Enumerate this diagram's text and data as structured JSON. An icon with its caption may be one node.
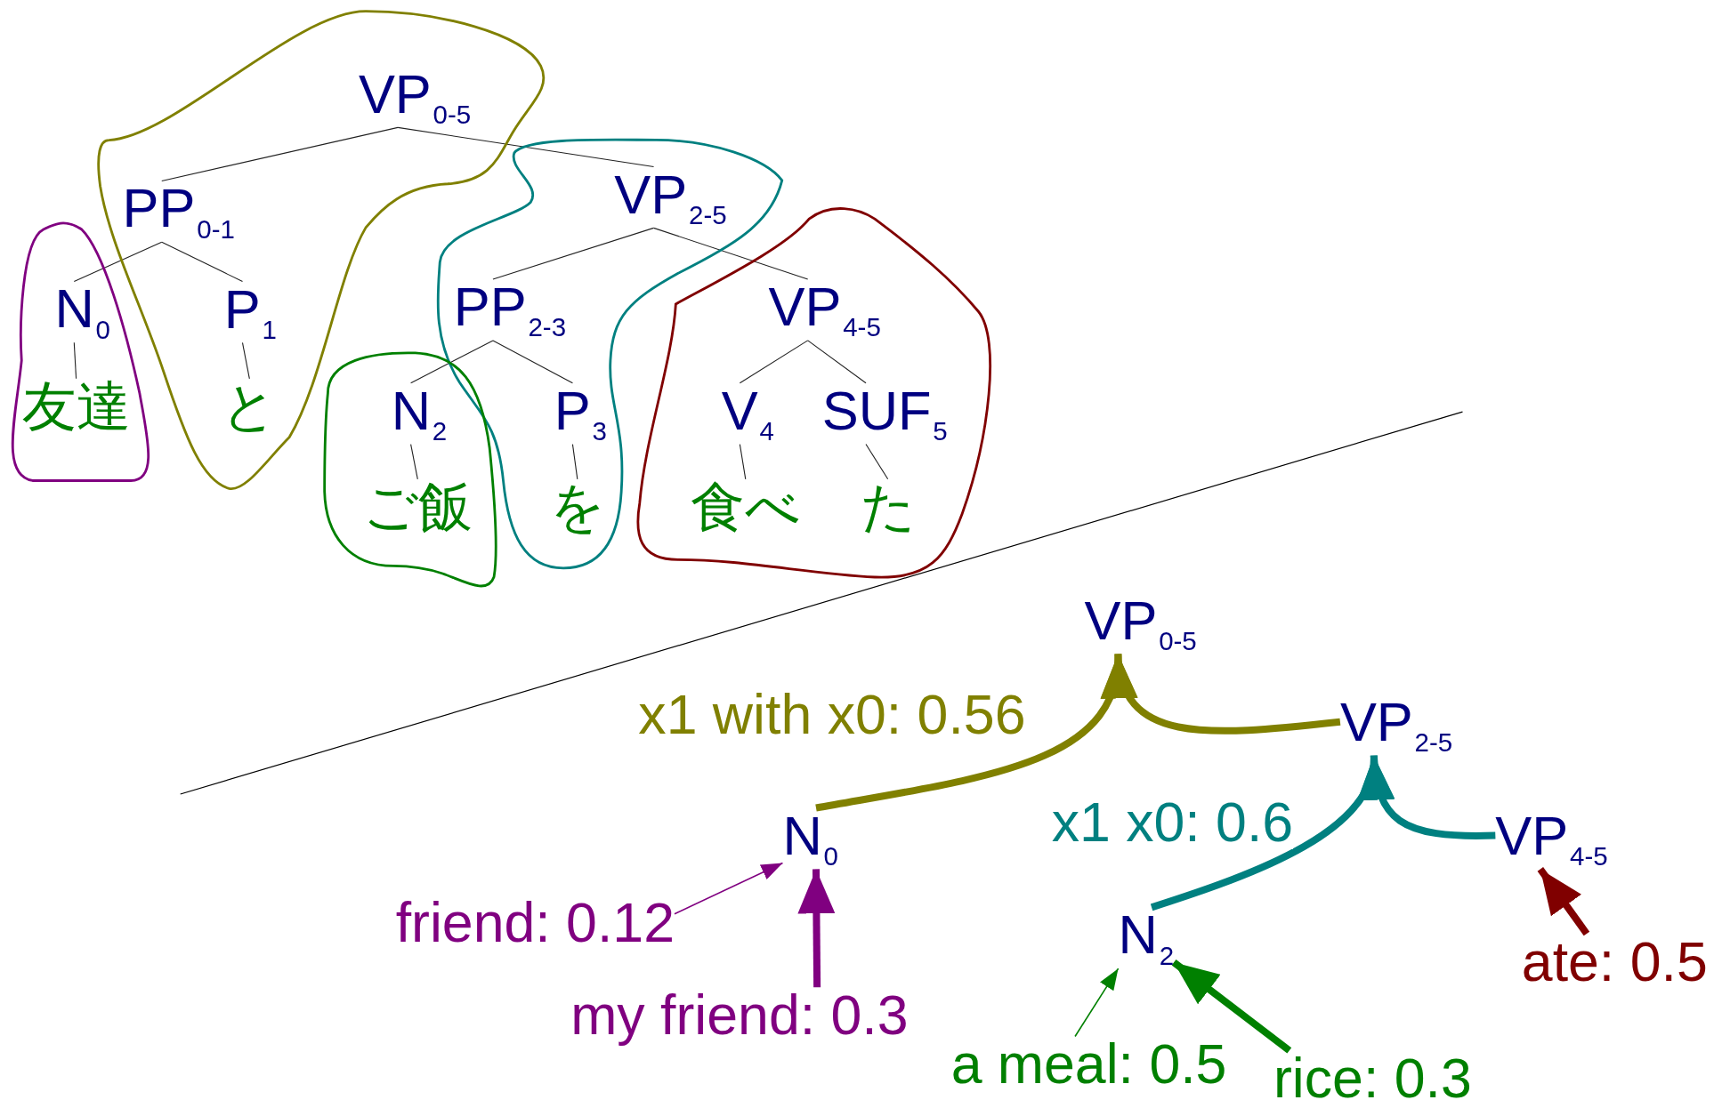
{
  "diagram": {
    "nodes": [
      {
        "text": [],
        "shape": "blob"
      },
      {
        "text": [
          "VP$_{0-5}$"
        ],
        "in": 0
      },
      {
        "text": [
          "PP$_{0-1}$"
        ],
        "in": 0
      },
      {
        "text": [],
        "shape": "blob"
      },
      {
        "text": [
          "VP$_{2-5}$"
        ],
        "in": 3
      },
      {
        "text": [],
        "shape": "blob"
      },
      {
        "text": [
          "N$_{0}$"
        ],
        "in": 5
      },
      {
        "text": [
          "P$_{1}$"
        ],
        "in": 0
      },
      {
        "text": [
          "PP$_{2-3}$"
        ],
        "in": 3
      },
      {
        "text": [],
        "shape": "blob"
      },
      {
        "text": [
          "VP$_{4-5}$"
        ],
        "in": 9
      },
      {
        "text": [
          "友達"
        ],
        "in": 5
      },
      {
        "text": [
          "と"
        ],
        "in": 0
      },
      {
        "text": [],
        "shape": "blob"
      },
      {
        "text": [
          "N$_{2}$"
        ],
        "in": 13
      },
      {
        "text": [
          "P$_{3}$"
        ],
        "in": 3
      },
      {
        "text": [
          "V$_{4}$"
        ],
        "in": 9
      },
      {
        "text": [
          "SUF$_{5}$"
        ],
        "in": 9
      },
      {
        "text": [
          "ご飯"
        ],
        "in": 13
      },
      {
        "text": [
          "を"
        ],
        "in": 3
      },
      {
        "text": [
          "食べ"
        ],
        "in": 9
      },
      {
        "text": [
          "た"
        ],
        "in": 9
      },
      {
        "text": [
          "VP$_{0-5}$"
        ]
      },
      {
        "text": [
          "VP$_{2-5}$"
        ]
      },
      {
        "text": [
          "N$_{0}$"
        ]
      },
      {
        "text": [
          "VP$_{4-5}$"
        ]
      },
      {
        "text": [
          "friend: 0.12"
        ]
      },
      {
        "text": [
          "N$_{2}$"
        ]
      },
      {
        "text": [
          "my friend: 0.3"
        ]
      },
      {
        "text": [
          "ate: 0.5"
        ]
      },
      {
        "text": [
          "a meal: 0.5"
        ]
      },
      {
        "text": [
          "rice: 0.3"
        ]
      }
    ],
    "edges": [
      {
        "from": 1,
        "to": 2,
        "arrow": "none"
      },
      {
        "from": 1,
        "to": 4,
        "arrow": "none"
      },
      {
        "from": 2,
        "to": 6,
        "arrow": "none"
      },
      {
        "from": 2,
        "to": 7,
        "arrow": "none"
      },
      {
        "from": 6,
        "to": 11,
        "arrow": "none"
      },
      {
        "from": 7,
        "to": 12,
        "arrow": "none"
      },
      {
        "from": 4,
        "to": 8,
        "arrow": "none"
      },
      {
        "from": 4,
        "to": 10,
        "arrow": "none"
      },
      {
        "from": 8,
        "to": 14,
        "arrow": "none"
      },
      {
        "from": 8,
        "to": 15,
        "arrow": "none"
      },
      {
        "from": 14,
        "to": 18,
        "arrow": "none"
      },
      {
        "from": 15,
        "to": 19,
        "arrow": "none"
      },
      {
        "from": 10,
        "to": 16,
        "arrow": "none"
      },
      {
        "from": 10,
        "to": 17,
        "arrow": "none"
      },
      {
        "from": 16,
        "to": 20,
        "arrow": "none"
      },
      {
        "from": 17,
        "to": 21,
        "arrow": "none"
      },
      {
        "from": 24,
        "to": 22,
        "arrow": "to",
        "style": "thick",
        "color": "#808000",
        "label": "x1 with x0: 0.56"
      },
      {
        "from": 23,
        "to": 22,
        "arrow": "to",
        "style": "thick",
        "color": "#808000"
      },
      {
        "from": 27,
        "to": 23,
        "arrow": "to",
        "style": "thick",
        "color": "#008080",
        "label": "x1 x0: 0.6"
      },
      {
        "from": 25,
        "to": 23,
        "arrow": "to",
        "style": "thick",
        "color": "#008080"
      },
      {
        "from": 26,
        "to": 24,
        "arrow": "to",
        "color": "#800080"
      },
      {
        "from": 28,
        "to": 24,
        "arrow": "to",
        "style": "thick",
        "color": "#800080"
      },
      {
        "from": 30,
        "to": 27,
        "arrow": "to",
        "color": "#008000"
      },
      {
        "from": 31,
        "to": 27,
        "arrow": "to",
        "style": "thick",
        "color": "#008000"
      },
      {
        "from": 29,
        "to": 25,
        "arrow": "to",
        "style": "thick",
        "color": "#800000"
      }
    ]
  }
}
